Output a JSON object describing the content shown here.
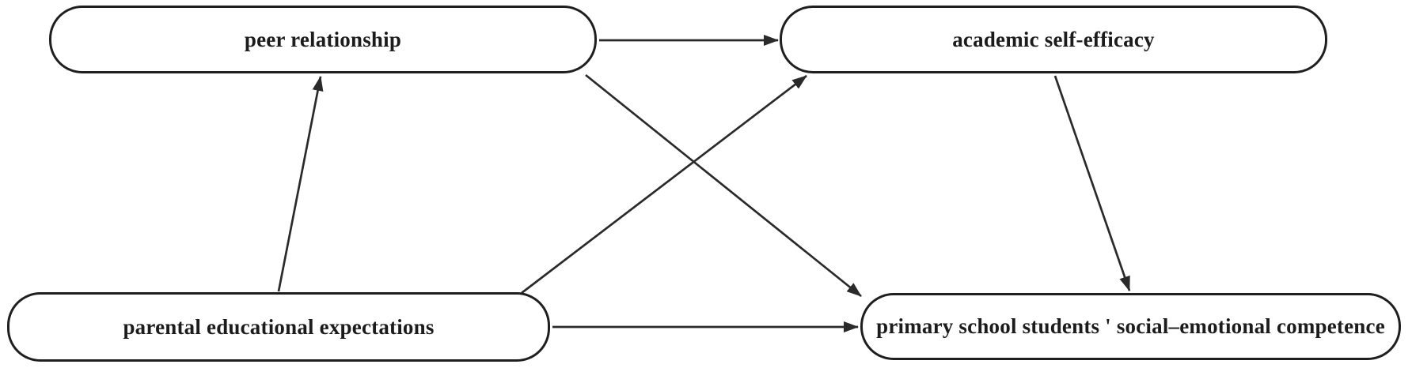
{
  "diagram": {
    "type": "path-model",
    "background_color": "#ffffff",
    "node_fill": "#ffffff",
    "node_border_color": "#1f1f1f",
    "text_color": "#1c1c1c",
    "arrow_color": "#2a2a2a",
    "nodes": {
      "peer": {
        "label": "peer relationship"
      },
      "academic": {
        "label": "academic self-efficacy"
      },
      "parental": {
        "label": "parental educational expectations"
      },
      "sec": {
        "label": "primary school students ' social–emotional competence"
      }
    },
    "edges": [
      {
        "from": "peer relationship",
        "to": "academic self-efficacy"
      },
      {
        "from": "parental educational expectations",
        "to": "peer relationship"
      },
      {
        "from": "parental educational expectations",
        "to": "academic self-efficacy"
      },
      {
        "from": "peer relationship",
        "to": "primary school students ' social–emotional competence"
      },
      {
        "from": "parental educational expectations",
        "to": "primary school students ' social–emotional competence"
      },
      {
        "from": "academic self-efficacy",
        "to": "primary school students ' social–emotional competence"
      }
    ]
  }
}
